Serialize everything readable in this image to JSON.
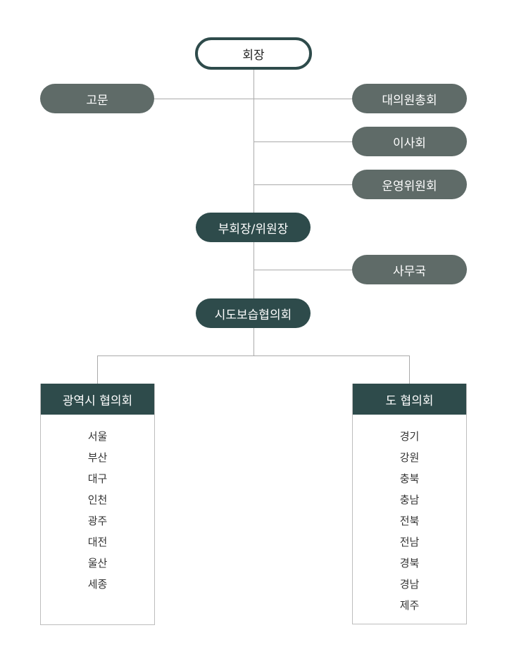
{
  "org": {
    "top": "회장",
    "advisor": "고문",
    "right_nodes": [
      "대의원총회",
      "이사회",
      "운영위원회"
    ],
    "vice": "부회장/위원장",
    "secretariat": "사무국",
    "council": "시도보습협의회"
  },
  "regions": {
    "metro": {
      "title": "광역시 협의회",
      "items": [
        "서울",
        "부산",
        "대구",
        "인천",
        "광주",
        "대전",
        "울산",
        "세종"
      ]
    },
    "province": {
      "title": "도 협의회",
      "items": [
        "경기",
        "강원",
        "충북",
        "충남",
        "전북",
        "전남",
        "경북",
        "경남",
        "제주"
      ]
    }
  },
  "colors": {
    "node_dark": "#2e4b4b",
    "node_gray": "#5f6b68",
    "connector": "#aaaaaa",
    "box_border": "#bdbdbd"
  }
}
